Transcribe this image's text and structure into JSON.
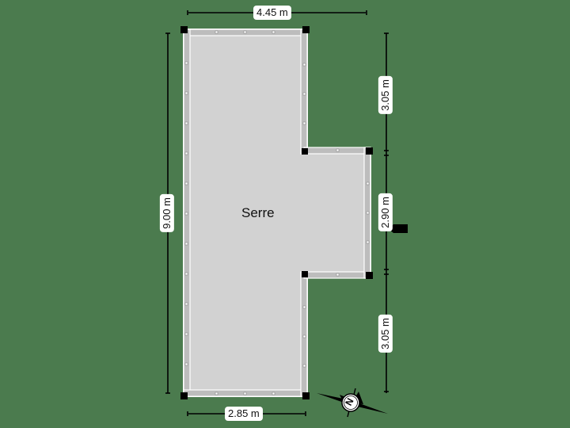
{
  "plan": {
    "room_name": "Serre",
    "background_color": "#4b7b4e",
    "floor_color": "#d2d2d2",
    "wall_color": "#bdbdbd",
    "post_color": "#000000"
  },
  "dimensions": {
    "top_width": "4.45 m",
    "bottom_width": "2.85 m",
    "left_height": "9.00 m",
    "right_upper": "3.05 m",
    "right_middle": "2.90 m",
    "right_lower": "3.05 m"
  },
  "compass": {
    "label": "N",
    "icon": "compass-rose-icon"
  },
  "entrance": {
    "icon": "entrance-marker-icon"
  }
}
